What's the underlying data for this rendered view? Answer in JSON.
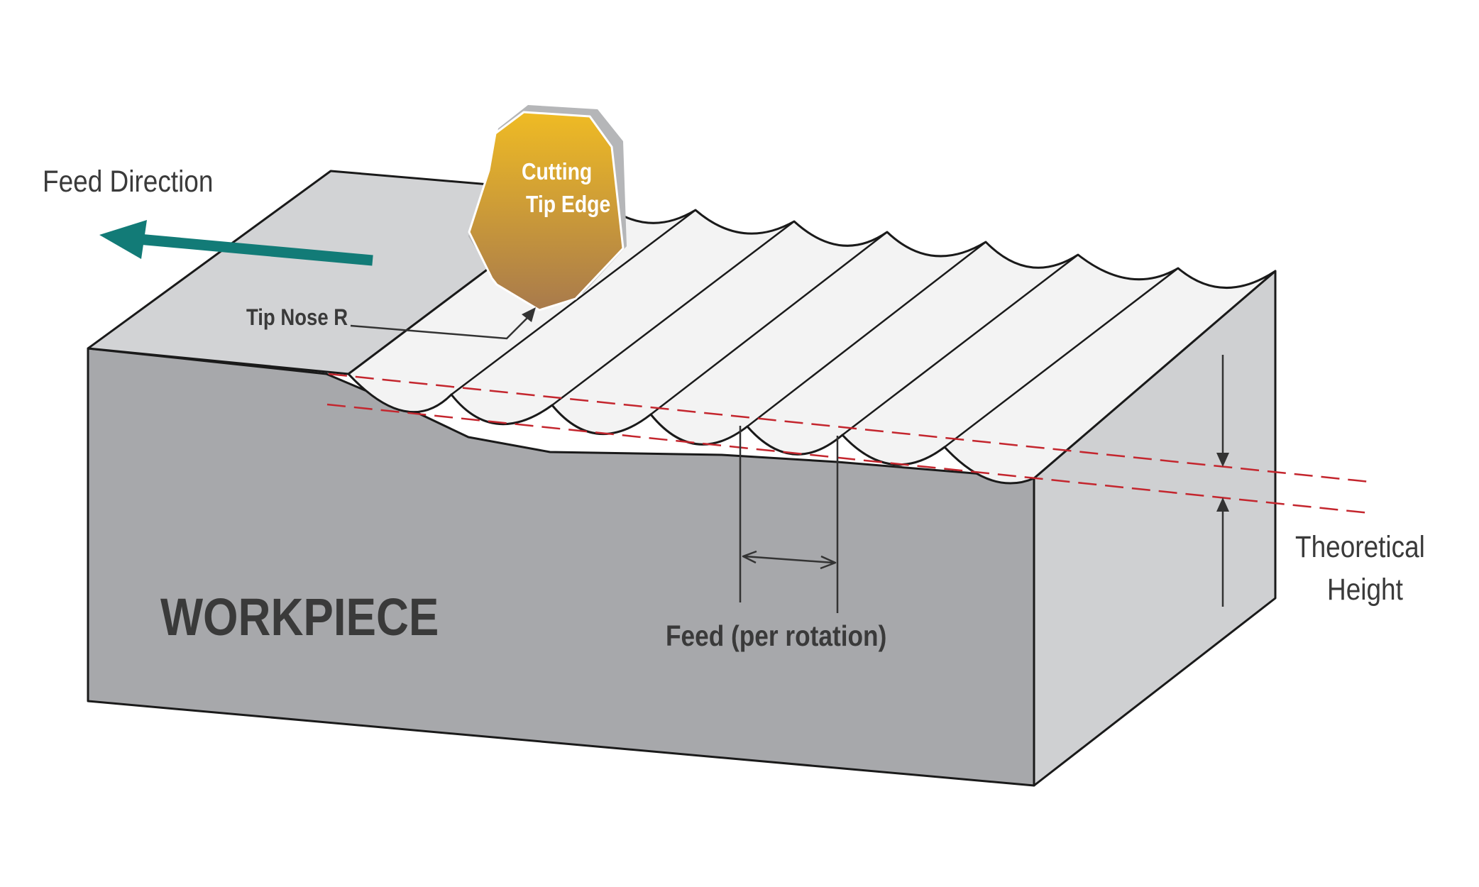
{
  "labels": {
    "feed_direction": "Feed Direction",
    "cutting_tip_line1": "Cutting",
    "cutting_tip_line2": "Tip Edge",
    "tip_nose_r": "Tip Nose R",
    "workpiece": "WORKPIECE",
    "feed_per_rotation": "Feed (per rotation)",
    "theoretical_height_line1": "Theoretical",
    "theoretical_height_line2": "Height"
  },
  "colors": {
    "block_front": "#a7a8ab",
    "block_top": "#d2d3d5",
    "block_side": "#cfd0d2",
    "grooves": "#f3f3f3",
    "outline": "#1a1a1a",
    "feed_arrow": "#127b77",
    "tip_gradient_top": "#efbb24",
    "tip_gradient_bottom": "#a87a4c",
    "tip_shadow": "#b5b6b8",
    "reference_lines": "#c4262e",
    "dimension_lines": "#333333",
    "label_text": "#3a3a3a",
    "tip_text": "#ffffff"
  }
}
